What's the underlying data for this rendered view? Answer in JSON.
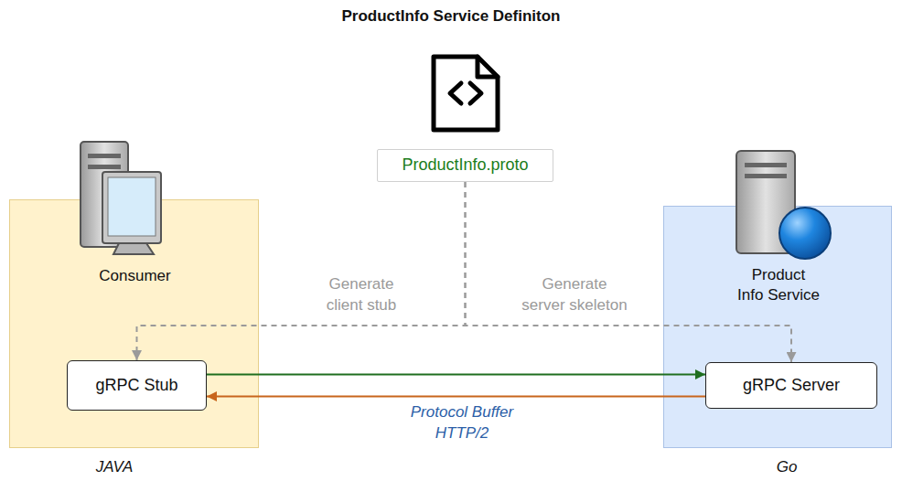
{
  "diagram": {
    "title": "ProductInfo Service Definiton",
    "nodes": [
      {
        "text": [
          "ProductInfo.proto"
        ]
      },
      {
        "text": [
          "Consumer"
        ]
      },
      {
        "text": [
          "gRPC Stub"
        ],
        "in": 1
      },
      {
        "text": [
          "Product Info Service"
        ]
      },
      {
        "text": [
          "gRPC Server"
        ],
        "in": 3
      }
    ],
    "edges": [
      {
        "from": 0,
        "to": 2,
        "arrow": "to",
        "label": "Generate client stub"
      },
      {
        "from": 0,
        "to": 4,
        "arrow": "to",
        "label": "Generate server skeleton"
      },
      {
        "from": 2,
        "to": 4,
        "arrow": "to"
      },
      {
        "from": 4,
        "to": 2,
        "arrow": "to"
      }
    ],
    "labels": [
      "Protocol Buffer HTTP/2",
      "JAVA",
      "Go"
    ]
  }
}
